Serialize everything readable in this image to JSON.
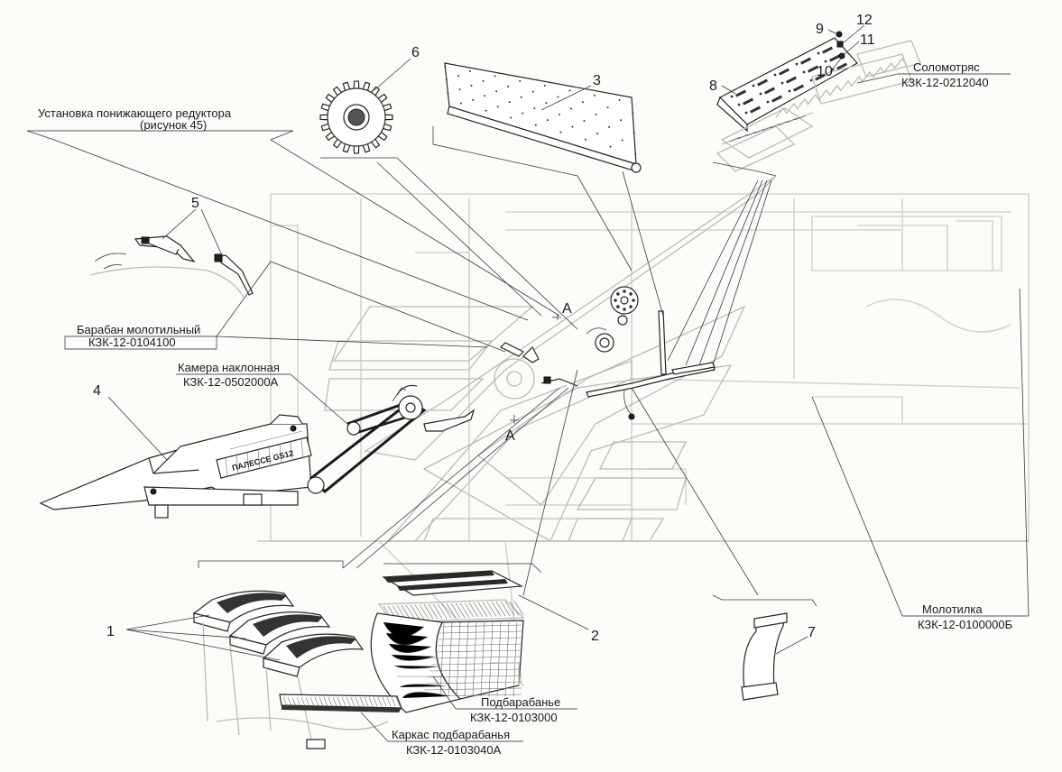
{
  "diagram": {
    "part_numbers": [
      {
        "id": "1",
        "label": "1"
      },
      {
        "id": "2",
        "label": "2"
      },
      {
        "id": "3",
        "label": "3"
      },
      {
        "id": "4",
        "label": "4"
      },
      {
        "id": "5",
        "label": "5"
      },
      {
        "id": "6",
        "label": "6"
      },
      {
        "id": "7",
        "label": "7"
      },
      {
        "id": "8",
        "label": "8"
      },
      {
        "id": "9",
        "label": "9"
      },
      {
        "id": "10",
        "label": "10"
      },
      {
        "id": "11",
        "label": "11"
      },
      {
        "id": "12",
        "label": "12"
      }
    ],
    "section_marks": {
      "top": "A",
      "bottom": "A"
    },
    "assemblies": {
      "reducer": {
        "line1": "Установка понижающего редуктора",
        "line2": "(рисунок 45)"
      },
      "straw_walker": {
        "name": "Соломотряс",
        "code": "КЗК-12-0212040"
      },
      "drum": {
        "name": "Барабан молотильный",
        "code": "КЗК-12-0104100"
      },
      "feeder": {
        "name": "Камера наклонная",
        "code": "КЗК-12-0502000А"
      },
      "thresher": {
        "name": "Молотилка",
        "code": "КЗК-12-0100000Б"
      },
      "concave": {
        "name": "Подбарабанье",
        "code": "КЗК-12-0103000"
      },
      "concave_frame": {
        "name": "Каркас подбарабанья",
        "code": "КЗК-12-0103040А"
      }
    },
    "feeder_plate_text": "ПАЛЕССЕ GS12"
  }
}
